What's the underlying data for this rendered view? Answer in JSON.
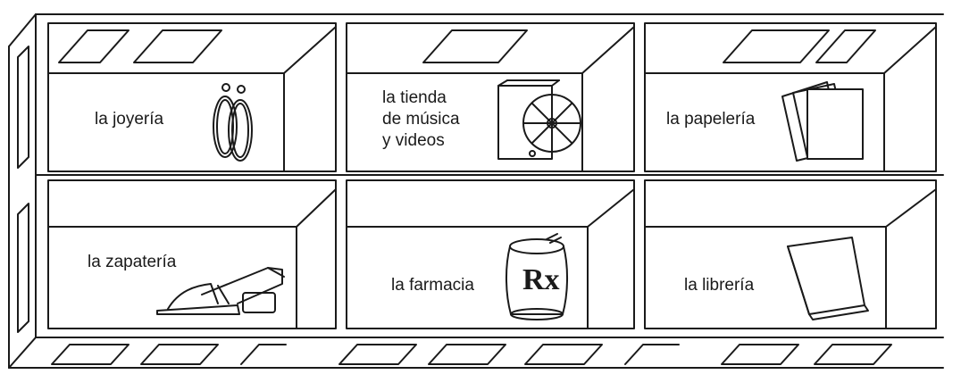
{
  "shops": [
    {
      "id": "joyeria",
      "label": "la joyería",
      "icon": "earrings-icon"
    },
    {
      "id": "musica",
      "lines": [
        "la tienda",
        "de música",
        "y videos"
      ],
      "icon": "cd-player-icon"
    },
    {
      "id": "papeleria",
      "label": "la papelería",
      "icon": "paper-stack-icon"
    },
    {
      "id": "zapateria",
      "label": "la zapatería",
      "icon": "sandal-icon"
    },
    {
      "id": "farmacia",
      "label": "la farmacia",
      "icon": "rx-jar-icon",
      "icon_text": "Rx"
    },
    {
      "id": "libreria",
      "label": "la librería",
      "icon": "book-icon"
    }
  ],
  "colors": {
    "line": "#1a1a1a",
    "background": "#ffffff"
  }
}
